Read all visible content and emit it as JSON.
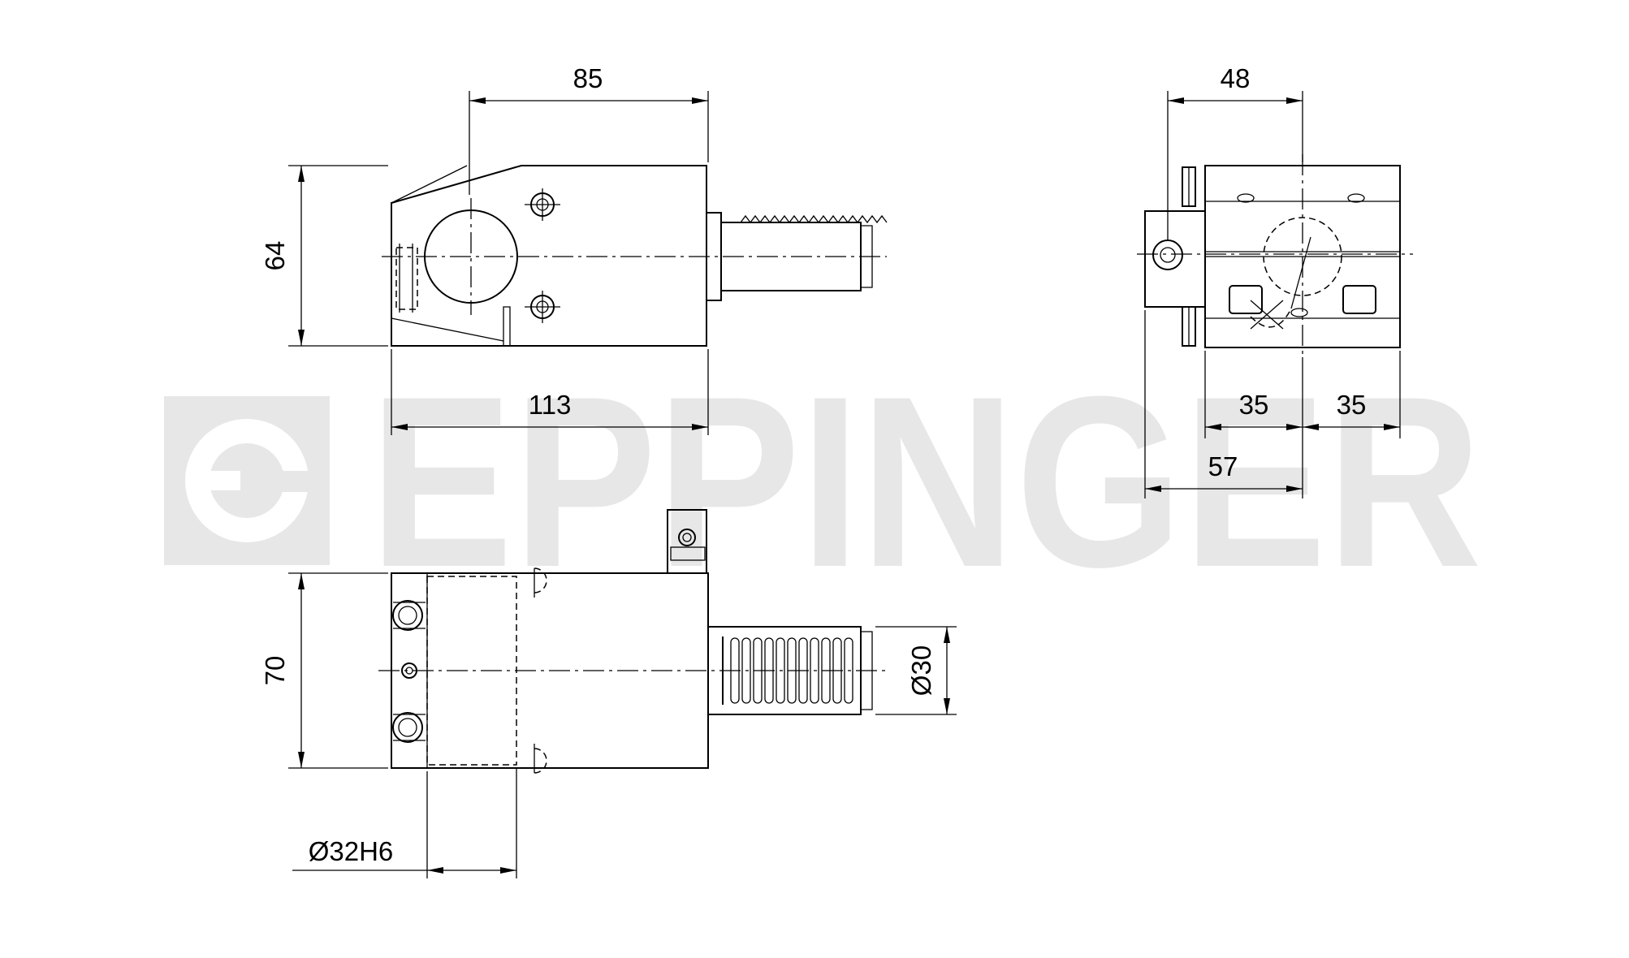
{
  "watermark": {
    "brand": "EPPINGER",
    "color": "#e7e7e7"
  },
  "dimensions": {
    "front_width": "85",
    "front_height": "64",
    "front_length": "113",
    "side_width": "48",
    "side_half_left": "35",
    "side_half_right": "35",
    "side_offset": "57",
    "top_height": "70",
    "shank_diameter": "Ø30",
    "bore_diameter": "Ø32H6"
  },
  "colors": {
    "line": "#000000",
    "background": "#ffffff"
  }
}
